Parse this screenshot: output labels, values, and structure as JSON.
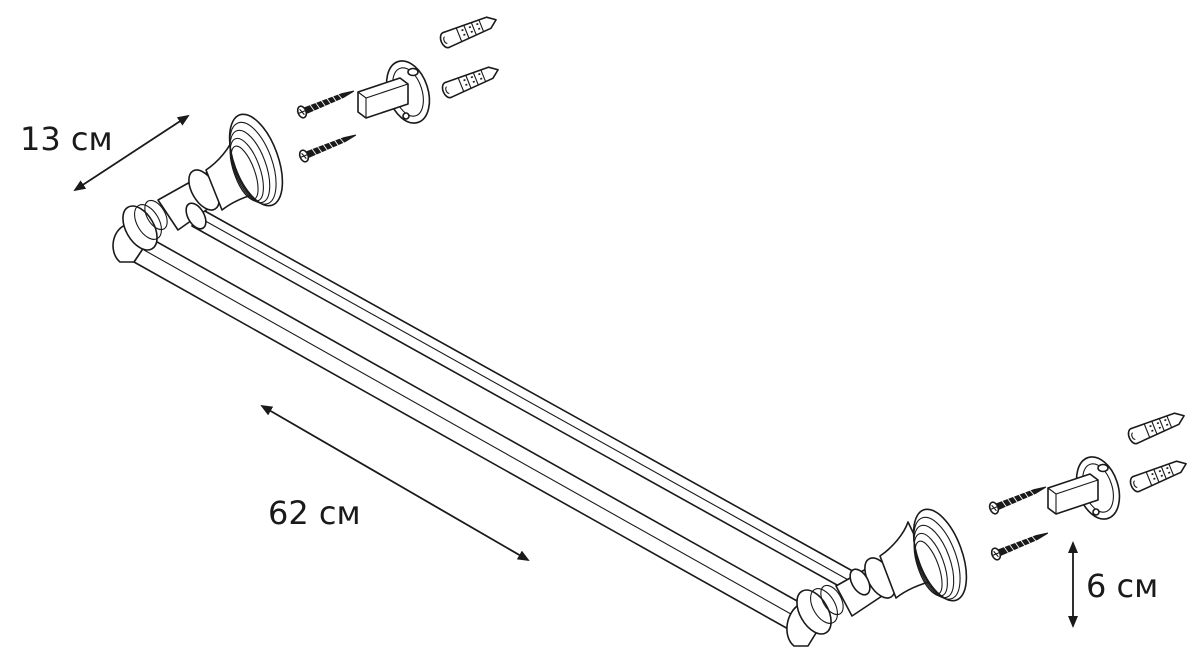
{
  "dimensions": {
    "depth": "13 см",
    "length": "62 см",
    "height": "6 см"
  },
  "colors": {
    "line": "#1a1a1a",
    "background": "#ffffff"
  },
  "icons": [
    "screw-icon",
    "wall-plug-icon",
    "mounting-bracket-icon"
  ]
}
